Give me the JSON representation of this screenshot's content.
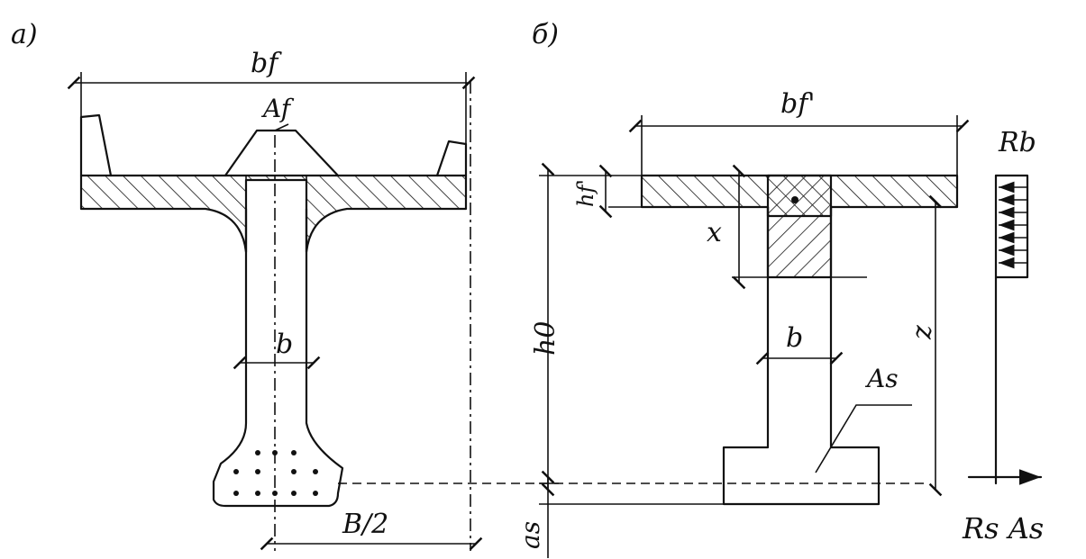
{
  "panel_a": {
    "label": "а)",
    "flange_width": "bf",
    "flange_area": "Af",
    "web_width": "b",
    "half_span": "B/2"
  },
  "panel_b": {
    "label": "б)",
    "flange_width": "bf'",
    "flange_thickness": "hf'",
    "compression_depth": "x",
    "web_width": "b",
    "effective_depth": "h0",
    "lever_arm": "z",
    "steel_area": "As",
    "cover": "as",
    "concrete_stress": "Rb",
    "steel_force": "Rs As"
  }
}
